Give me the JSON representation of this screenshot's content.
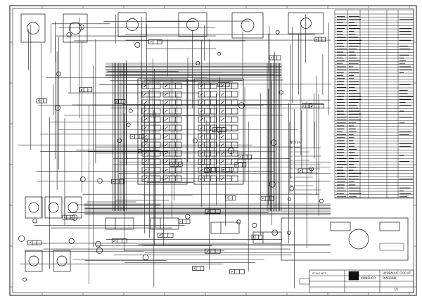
{
  "drawing": {
    "legend_title": "NOTES",
    "note_count": 12,
    "scale_label": "SCALE  NTS",
    "company_name": "KOBELCO",
    "title_lines": [
      "HYDRAULIC CIRCUIT",
      "DIAGRAM"
    ],
    "sheet_no": "1/1"
  },
  "colors": {
    "ink": "#111111",
    "paper": "#ffffff",
    "grid": "#555555"
  }
}
